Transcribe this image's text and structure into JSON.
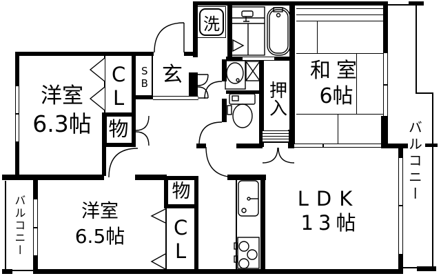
{
  "rooms": {
    "western1": {
      "name": "洋室",
      "size": "6.3帖"
    },
    "western2": {
      "name": "洋室",
      "size": "6.5帖"
    },
    "japanese": {
      "name": "和室",
      "size": "6帖"
    },
    "ldk": {
      "name": "LDK",
      "size": "13帖"
    }
  },
  "labels": {
    "closet_top": "CL",
    "closet_bottom": "CL",
    "storage_top": "物",
    "storage_bottom": "物",
    "shoe_box": "SB",
    "entrance": "玄",
    "laundry": "洗",
    "oshiire": "押入",
    "balcony_left": "バルコニー",
    "balcony_right": "バルコニー"
  },
  "colors": {
    "line": "#000000",
    "background": "#ffffff"
  }
}
